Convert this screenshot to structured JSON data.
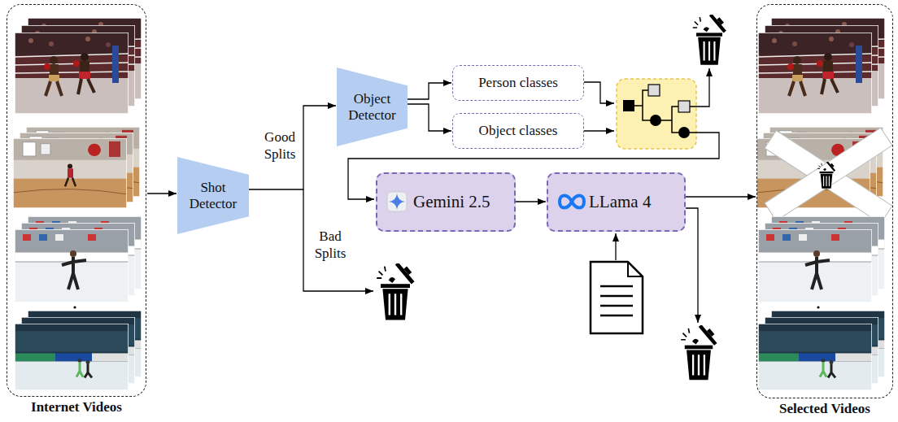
{
  "diagram": {
    "nodes": [
      {
        "text": [
          "Internet Videos"
        ]
      },
      {
        "text": [
          "Shot Detector"
        ]
      },
      {
        "text": [
          "Object Detector"
        ]
      },
      {
        "text": [
          "Person classes"
        ]
      },
      {
        "text": [
          "Object classes"
        ]
      },
      {
        "text": [
          "Gemini 2.5"
        ]
      },
      {
        "text": [
          "LLama 4"
        ]
      },
      {
        "text": [
          "Selected Videos"
        ]
      }
    ],
    "edges": [
      {
        "from": 0,
        "to": 1,
        "arrow": "to"
      },
      {
        "from": 1,
        "to": 2,
        "label": "Good Splits",
        "arrow": "to"
      },
      {
        "from": 2,
        "to": 3,
        "arrow": "to"
      },
      {
        "from": 2,
        "to": 4,
        "arrow": "to"
      },
      {
        "from": 5,
        "to": 6,
        "arrow": "to"
      },
      {
        "from": 6,
        "to": 7,
        "arrow": "to"
      }
    ],
    "labels": [
      "Bad Splits"
    ]
  }
}
